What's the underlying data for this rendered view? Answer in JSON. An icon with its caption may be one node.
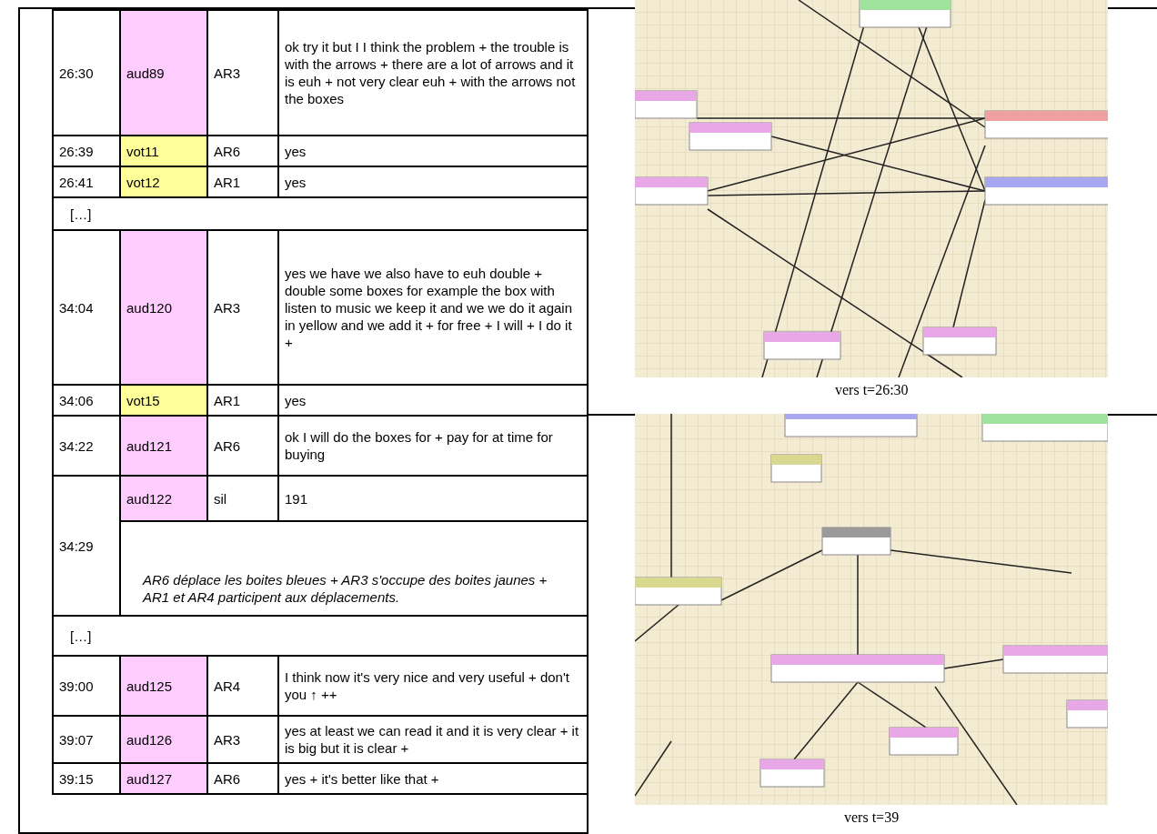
{
  "diagram": {
    "labels": [
      "26:30",
      "aud89",
      "AR3",
      "ok try it but I I think the problem + the trouble is with the arrows + there are a lot of arrows and it is euh + not very clear euh + with the arrows not the boxes",
      "26:39",
      "vot11",
      "AR6",
      "yes",
      "26:41",
      "vot12",
      "AR1",
      "yes",
      "[…]",
      "34:04",
      "aud120",
      "AR3",
      "yes we have we also have to euh double + double some boxes for example the box with listen to music we keep it and we we do it again in yellow and we add it + for free + I will + I do it +",
      "34:06",
      "vot15",
      "AR1",
      "yes",
      "34:22",
      "aud121",
      "AR6",
      "ok I will do the boxes for + pay for at time for buying",
      "34:29",
      "aud122",
      "sil",
      "191",
      "AR6 déplace les boites bleues + AR3 s'occupe des boites jaunes + AR1 et AR4 participent aux déplacements.",
      "[…]",
      "39:00",
      "aud125",
      "AR4",
      "I think now it's very nice and very useful + don't you ↑ ++",
      "39:07",
      "aud126",
      "AR3",
      "yes at least we can read it and it is very clear + it is big but it is clear +",
      "39:15",
      "aud127",
      "AR6",
      "yes + it's better like that +",
      "vers t=26:30",
      "vers t=39"
    ]
  }
}
